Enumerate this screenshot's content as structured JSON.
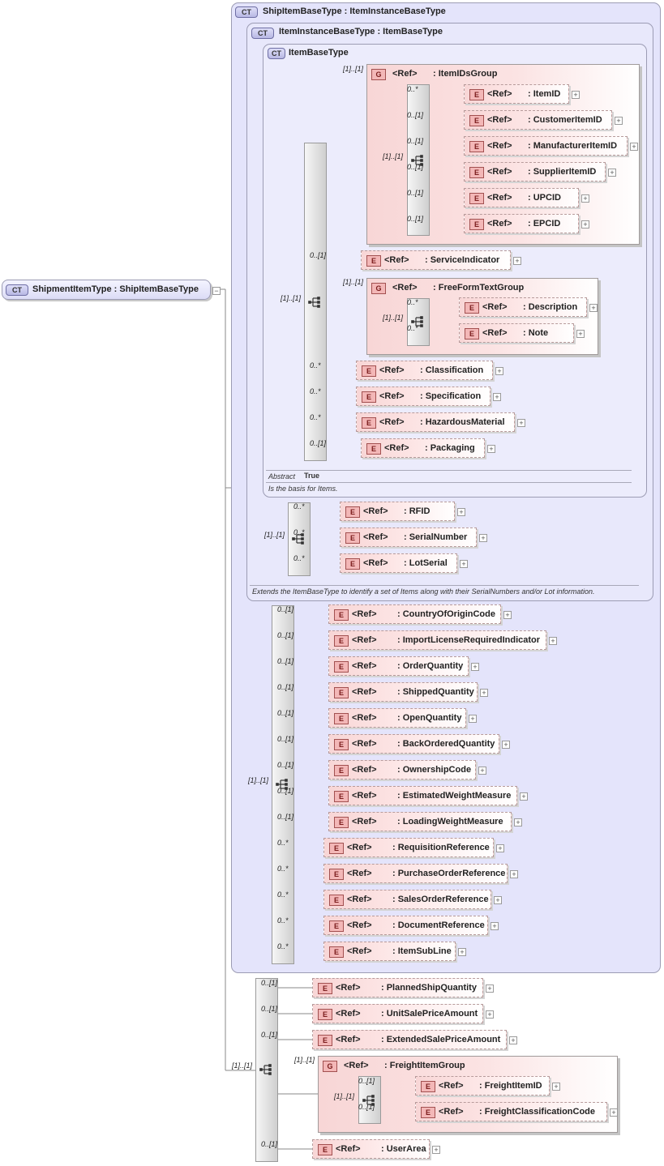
{
  "root": {
    "badge": "CT",
    "label": "ShipmentItemType : ShipItemBaseType"
  },
  "outer": {
    "badge": "CT",
    "label": "ShipItemBaseType : ItemInstanceBaseType"
  },
  "mid": {
    "badge": "CT",
    "label": "ItemInstanceBaseType : ItemBaseType",
    "note": "Extends the ItemBaseType to identify a set of Items along with their SerialNumbers and/or Lot information."
  },
  "inner": {
    "badge": "CT",
    "label": "ItemBaseType",
    "abstract_label": "Abstract",
    "abstract_value": "True",
    "note": "Is the basis for Items."
  },
  "ref_label": "<Ref>",
  "group_badge": "G",
  "element_badge": "E",
  "groups": {
    "ids": {
      "name": ": ItemIDsGroup",
      "card": "[1]..[1]",
      "seq_card": "[1]..[1]"
    },
    "freeform": {
      "name": ": FreeFormTextGroup",
      "card": "[1]..[1]",
      "seq_card": "[1]..[1]"
    },
    "freight": {
      "name": ": FreightItemGroup",
      "card": "[1]..[1]",
      "seq_card": "[1]..[1]"
    }
  },
  "seq_cards": {
    "inner": "[1]..[1]",
    "mid": "[1]..[1]",
    "outer": "[1]..[1]",
    "root": "[1]..[1]"
  },
  "elements": {
    "itemid": {
      "name": ": ItemID",
      "card": "0..*"
    },
    "customeritemid": {
      "name": ": CustomerItemID",
      "card": "0..[1]"
    },
    "manufactureritemid": {
      "name": ": ManufacturerItemID",
      "card": "0..[1]"
    },
    "supplieritemid": {
      "name": ": SupplierItemID",
      "card": "0..[1]"
    },
    "upcid": {
      "name": ": UPCID",
      "card": "0..[1]"
    },
    "epcid": {
      "name": ": EPCID",
      "card": "0..[1]"
    },
    "serviceindicator": {
      "name": ": ServiceIndicator",
      "card": "0..[1]"
    },
    "description": {
      "name": ": Description",
      "card": "0..*"
    },
    "note": {
      "name": ": Note",
      "card": "0..*"
    },
    "classification": {
      "name": ": Classification",
      "card": "0..*"
    },
    "specification": {
      "name": ": Specification",
      "card": "0..*"
    },
    "hazardousmaterial": {
      "name": ": HazardousMaterial",
      "card": "0..*"
    },
    "packaging": {
      "name": ": Packaging",
      "card": "0..[1]"
    },
    "rfid": {
      "name": ": RFID",
      "card": "0..*"
    },
    "serialnumber": {
      "name": ": SerialNumber",
      "card": "0..*"
    },
    "lotserial": {
      "name": ": LotSerial",
      "card": "0..*"
    },
    "countryoforigincode": {
      "name": ": CountryOfOriginCode",
      "card": "0..[1]"
    },
    "importlicenserequiredindicator": {
      "name": ": ImportLicenseRequiredIndicator",
      "card": "0..[1]"
    },
    "orderquantity": {
      "name": ": OrderQuantity",
      "card": "0..[1]"
    },
    "shippedquantity": {
      "name": ": ShippedQuantity",
      "card": "0..[1]"
    },
    "openquantity": {
      "name": ": OpenQuantity",
      "card": "0..[1]"
    },
    "backorderedquantity": {
      "name": ": BackOrderedQuantity",
      "card": "0..[1]"
    },
    "ownershipcode": {
      "name": ": OwnershipCode",
      "card": "0..[1]"
    },
    "estimatedweightmeasure": {
      "name": ": EstimatedWeightMeasure",
      "card": "0..[1]"
    },
    "loadingweightmeasure": {
      "name": ": LoadingWeightMeasure",
      "card": "0..[1]"
    },
    "requisitionreference": {
      "name": ": RequisitionReference",
      "card": "0..*"
    },
    "purchaseorderreference": {
      "name": ": PurchaseOrderReference",
      "card": "0..*"
    },
    "salesorderreference": {
      "name": ": SalesOrderReference",
      "card": "0..*"
    },
    "documentreference": {
      "name": ": DocumentReference",
      "card": "0..*"
    },
    "itemsubline": {
      "name": ": ItemSubLine",
      "card": "0..*"
    },
    "plannedshipquantity": {
      "name": ": PlannedShipQuantity",
      "card": "0..[1]"
    },
    "unitsalepriceamount": {
      "name": ": UnitSalePriceAmount",
      "card": "0..[1]"
    },
    "extendedsalepriceamount": {
      "name": ": ExtendedSalePriceAmount",
      "card": "0..[1]"
    },
    "freightitemid": {
      "name": ": FreightItemID",
      "card": "0..[1]"
    },
    "freightclassificationcode": {
      "name": ": FreightClassificationCode",
      "card": "0..[1]"
    },
    "userarea": {
      "name": ": UserArea",
      "card": "0..[1]"
    }
  }
}
